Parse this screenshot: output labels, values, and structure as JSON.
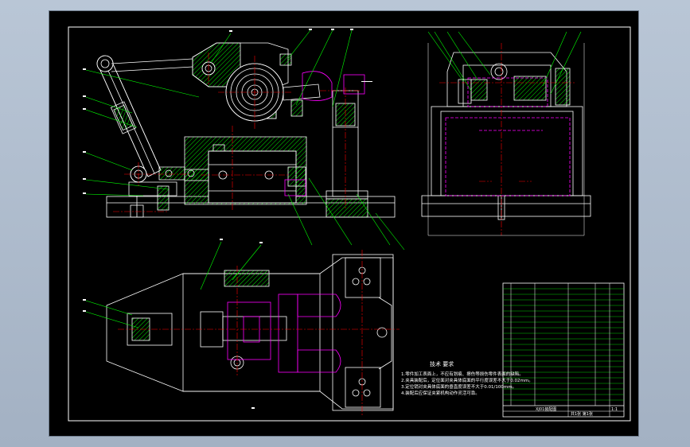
{
  "drawing": {
    "tech_requirements_title": "技术 要求",
    "tech_requirements_lines": [
      "1.零件加工表面上，不应有划痕、擦伤等损伤零件表面的缺陷。",
      "2.夹具装配后，定位面对夹具体底面的平行度误差不大于0.02mm。",
      "3.定位销对夹具体底面的垂直度误差不大于0.01/100mm。",
      "4.装配后应保证夹紧机构动作灵活可靠。"
    ],
    "title_block": {
      "drawing_name": "XJ01装配图",
      "sheet": "共1张 第1张",
      "scale": "1:1"
    },
    "colors": {
      "sheet": "#000000",
      "border": "#ffffff",
      "outline": "#ffffff",
      "hatch": "#00ff00",
      "hidden": "#ff00ff",
      "center": "#ff0000",
      "leader": "#00ff00",
      "bom": "#00ff00"
    }
  }
}
